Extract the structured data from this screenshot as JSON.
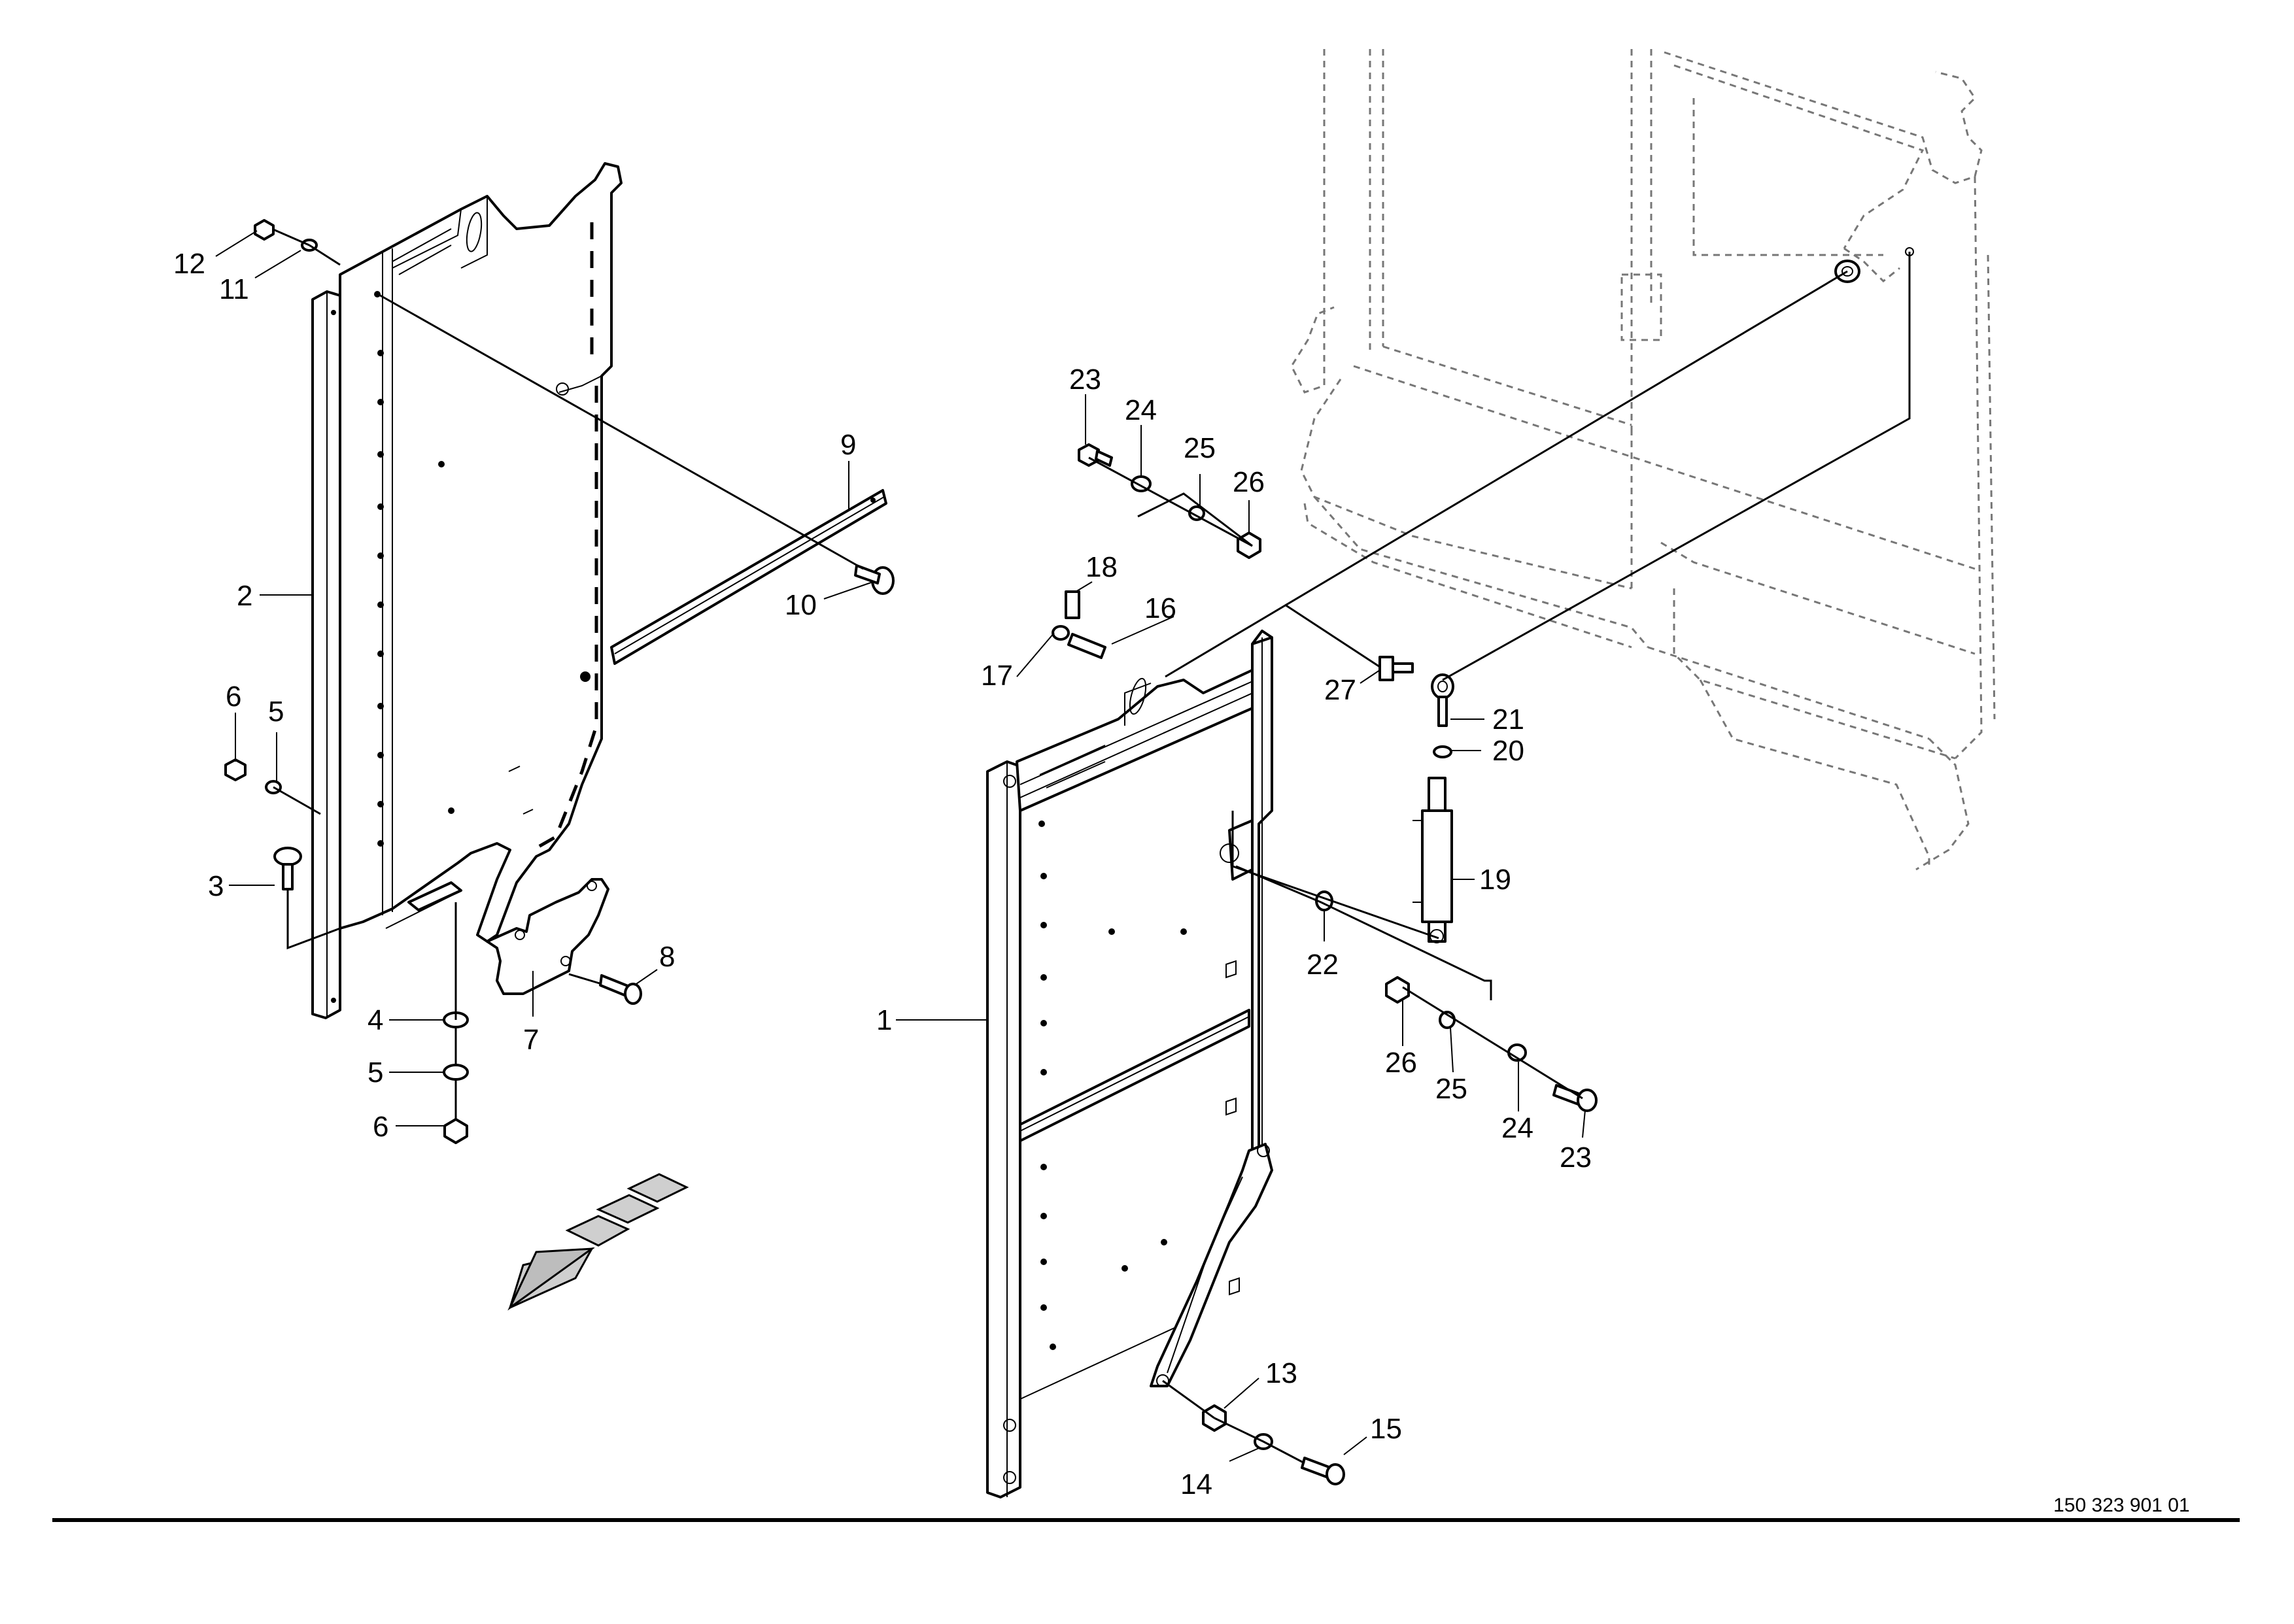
{
  "drawing": {
    "document_number": "150 323 901 01",
    "callouts": {
      "c1": "1",
      "c2": "2",
      "c3": "3",
      "c4": "4",
      "c5a": "5",
      "c5b": "5",
      "c6a": "6",
      "c6b": "6",
      "c7": "7",
      "c8": "8",
      "c9": "9",
      "c10": "10",
      "c11": "11",
      "c12": "12",
      "c13": "13",
      "c14": "14",
      "c15": "15",
      "c16": "16",
      "c17": "17",
      "c18": "18",
      "c19": "19",
      "c20": "20",
      "c21": "21",
      "c22": "22",
      "c23a": "23",
      "c23b": "23",
      "c24a": "24",
      "c24b": "24",
      "c25a": "25",
      "c25b": "25",
      "c26a": "26",
      "c26b": "26",
      "c27": "27"
    }
  },
  "colors": {
    "line": "#000000",
    "ghost": "#777777",
    "background": "#ffffff"
  },
  "icons": {
    "direction_arrow": "travel-direction-arrow-icon"
  }
}
